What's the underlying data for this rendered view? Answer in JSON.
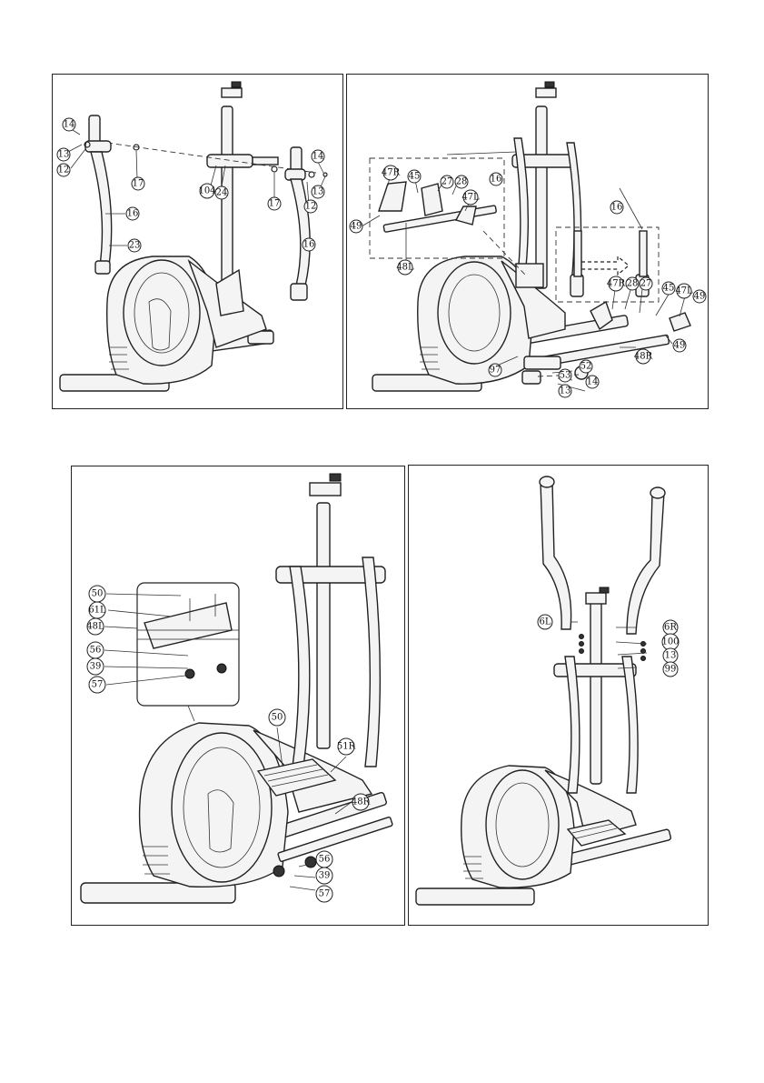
{
  "panels": [
    {
      "id": "step-1",
      "labels": [
        "14",
        "13",
        "12",
        "17",
        "104",
        "24",
        "17",
        "14",
        "13",
        "12",
        "16",
        "23",
        "16"
      ]
    },
    {
      "id": "step-2",
      "labels": [
        "47R",
        "45",
        "27",
        "28",
        "47L",
        "16",
        "49",
        "48L",
        "16",
        "47R",
        "28",
        "27",
        "45",
        "47L",
        "49",
        "49",
        "48R",
        "97",
        "53",
        "52",
        "13",
        "14"
      ]
    },
    {
      "id": "step-3",
      "labels": [
        "50",
        "61L",
        "48L",
        "56",
        "39",
        "57",
        "50",
        "51R",
        "48R",
        "56",
        "39",
        "57"
      ]
    },
    {
      "id": "step-4",
      "labels": [
        "6L",
        "6R",
        "100",
        "13",
        "99"
      ]
    }
  ]
}
